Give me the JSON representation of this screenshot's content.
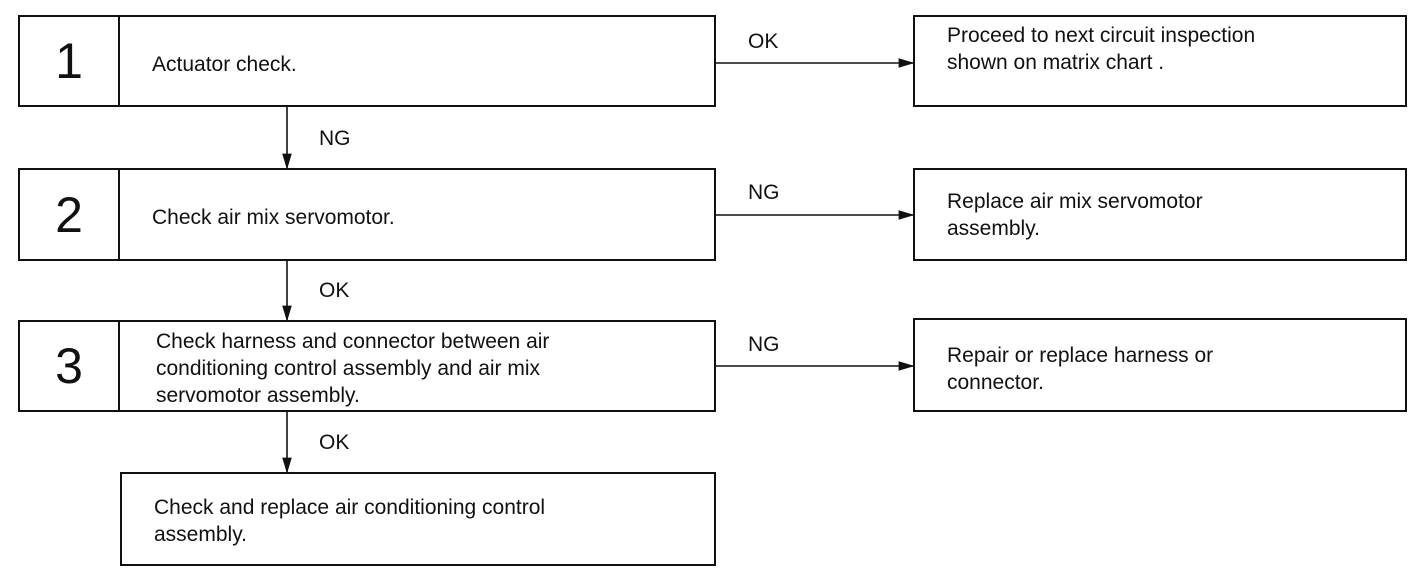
{
  "steps": [
    {
      "number": "1",
      "text": "Actuator check."
    },
    {
      "number": "2",
      "text": "Check air mix servomotor."
    },
    {
      "number": "3",
      "text": "Check harness and connector between air\nconditioning control assembly and air mix\nservomotor assembly."
    }
  ],
  "results": [
    {
      "text": "Proceed to next circuit inspection\nshown on matrix chart ."
    },
    {
      "text": "Replace air mix servomotor\nassembly."
    },
    {
      "text": "Repair or replace harness or\nconnector."
    }
  ],
  "final": {
    "text": "Check and replace air conditioning control\nassembly."
  },
  "labels": {
    "step1_right": "OK",
    "step1_down": "NG",
    "step2_right": "NG",
    "step2_down": "OK",
    "step3_right": "NG",
    "step3_down": "OK"
  }
}
